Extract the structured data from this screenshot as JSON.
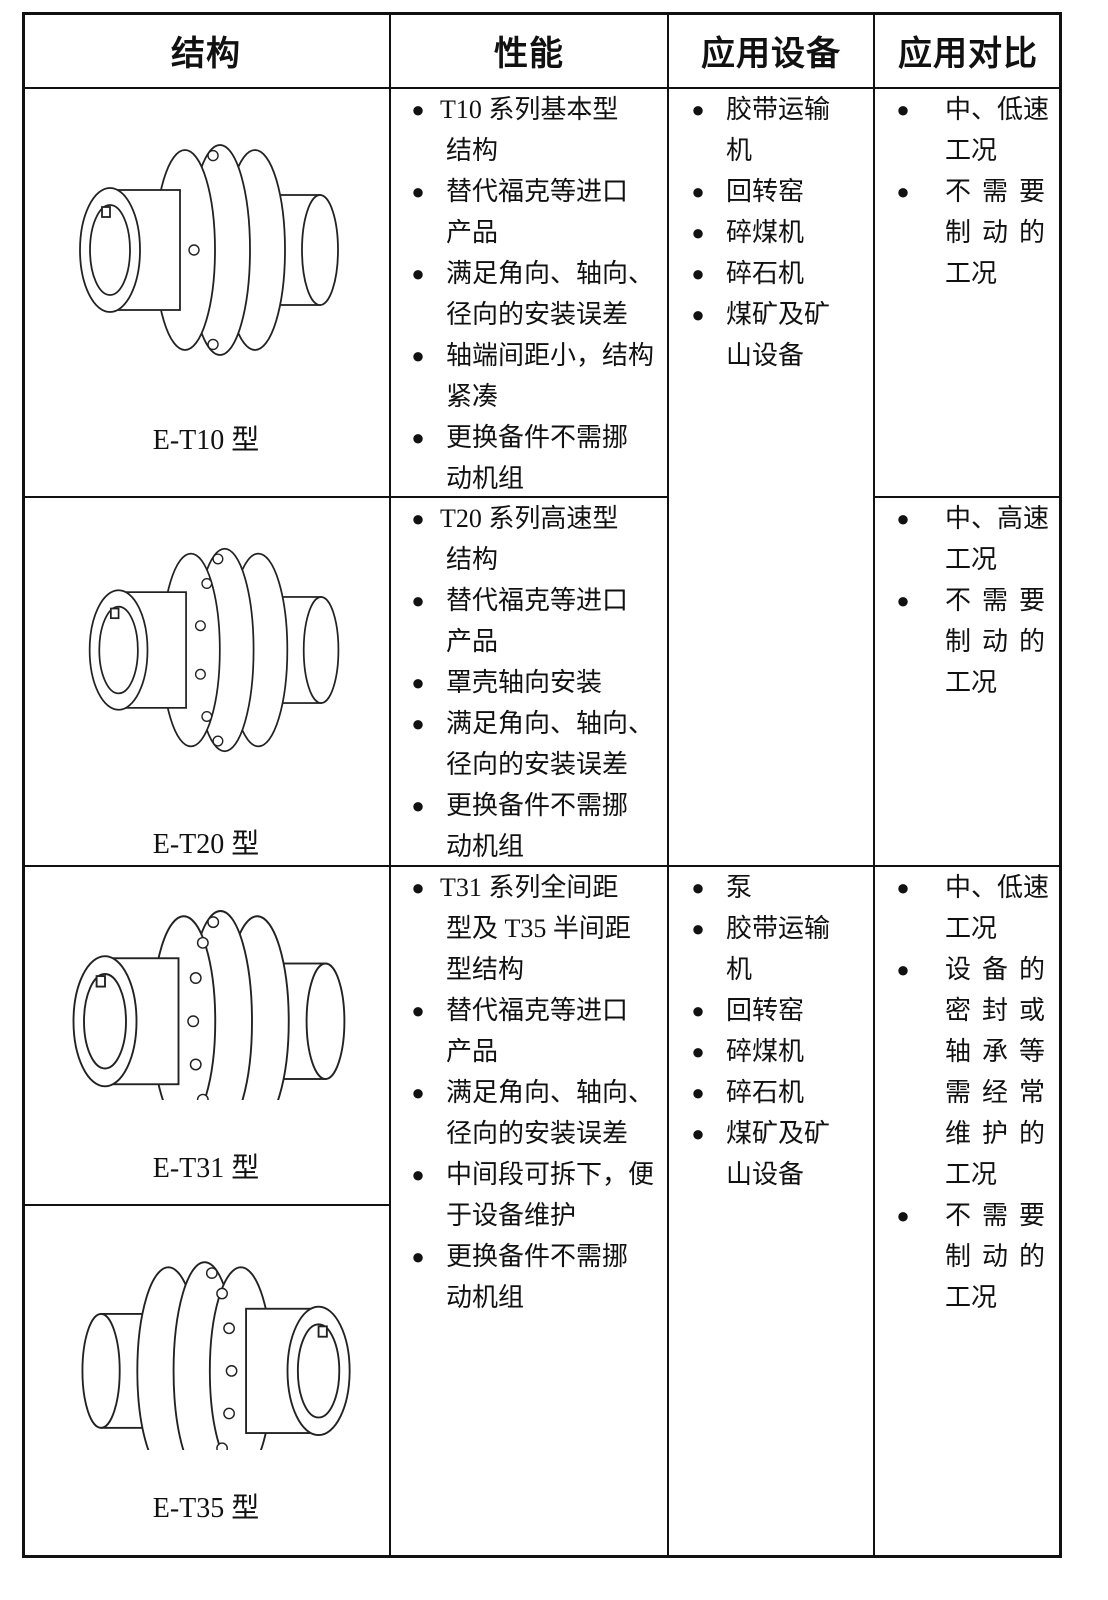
{
  "header": [
    "结构",
    "性能",
    "应用设备",
    "应用对比"
  ],
  "models": [
    "E-T10 型",
    "E-T20 型",
    "E-T31 型",
    "E-T35 型"
  ],
  "bullet": "●",
  "performance": [
    [
      [
        "T10 系列基本型",
        "结构"
      ],
      [
        "替代福克等进口",
        "产品"
      ],
      [
        "满足角向、轴向、",
        "径向的安装误差"
      ],
      [
        "轴端间距小，结构",
        "紧凑"
      ],
      [
        "更换备件不需挪",
        "动机组"
      ]
    ],
    [
      [
        "T20 系列高速型",
        "结构"
      ],
      [
        "替代福克等进口",
        "产品"
      ],
      [
        "罩壳轴向安装"
      ],
      [
        "满足角向、轴向、",
        "径向的安装误差"
      ],
      [
        "更换备件不需挪",
        "动机组"
      ]
    ],
    [
      [
        "T31 系列全间距",
        "型及 T35 半间距",
        "型结构"
      ],
      [
        "替代福克等进口",
        "产品"
      ],
      [
        "满足角向、轴向、",
        "径向的安装误差"
      ],
      [
        "中间段可拆下，便",
        "于设备维护"
      ],
      [
        "更换备件不需挪",
        "动机组"
      ]
    ]
  ],
  "equipment": [
    [
      [
        "胶带运输",
        "机"
      ],
      [
        "回转窑"
      ],
      [
        "碎煤机"
      ],
      [
        "碎石机"
      ],
      [
        "煤矿及矿",
        "山设备"
      ]
    ],
    [
      [
        "泵"
      ],
      [
        "胶带运输",
        "机"
      ],
      [
        "回转窑"
      ],
      [
        "碎煤机"
      ],
      [
        "碎石机"
      ],
      [
        "煤矿及矿",
        "山设备"
      ]
    ]
  ],
  "comparison": [
    [
      [
        "中、低速",
        "工况"
      ],
      [
        "不需要",
        "制动的",
        "工况"
      ]
    ],
    [
      [
        "中、高速",
        "工况"
      ],
      [
        "不需要",
        "制动的",
        "工况"
      ]
    ],
    [
      [
        "中、低速",
        "工况"
      ],
      [
        "设备的",
        "密封或",
        "轴承等",
        "需经常",
        "维护的",
        "工况"
      ],
      [
        "不需要",
        "制动的",
        "工况"
      ]
    ]
  ]
}
